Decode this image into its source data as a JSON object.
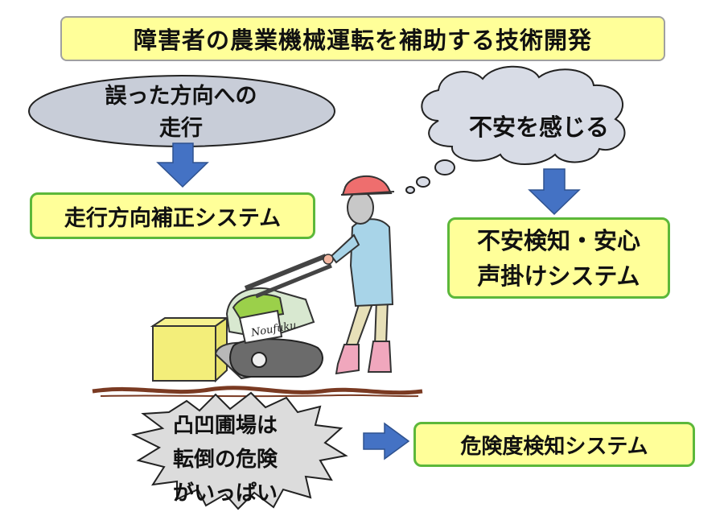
{
  "title": "障害者の農業機械運転を補助する技術開発",
  "problems": {
    "wrong_direction": [
      "誤った方向への",
      "走行"
    ],
    "anxiety": "不安を感じる",
    "rough_field": [
      "凸凹圃場は",
      "転倒の危険",
      "がいっぱい"
    ]
  },
  "systems": {
    "direction_correction": "走行方向補正システム",
    "anxiety_detection": [
      "不安検知・安心",
      "声掛けシステム"
    ],
    "danger_detection": "危険度検知システム"
  },
  "illustration": {
    "machine_logo": "Noufuku"
  },
  "colors": {
    "title_fill": "#ffff99",
    "box_border": "#5cb83a",
    "arrow": "#4472c4",
    "ellipse_fill": "#c8cdd8"
  }
}
